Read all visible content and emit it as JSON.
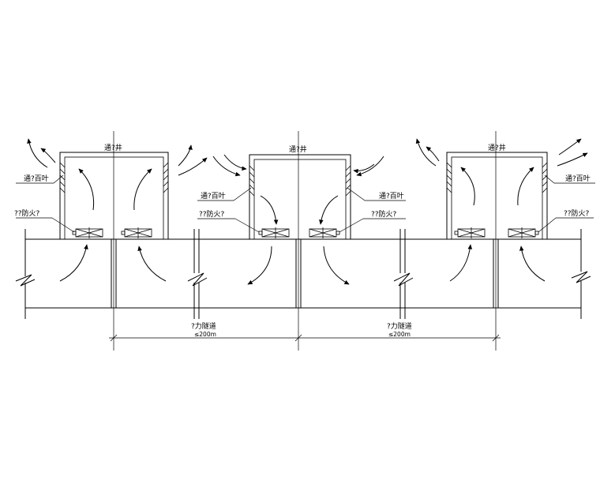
{
  "shaft_label": "通?井",
  "louver_label": "通?百叶",
  "damper_label": "??防火?",
  "tunnel_label": "?力隧道",
  "distance_label": "≤200m",
  "colors": {
    "line": "#000000",
    "background": "#ffffff"
  }
}
